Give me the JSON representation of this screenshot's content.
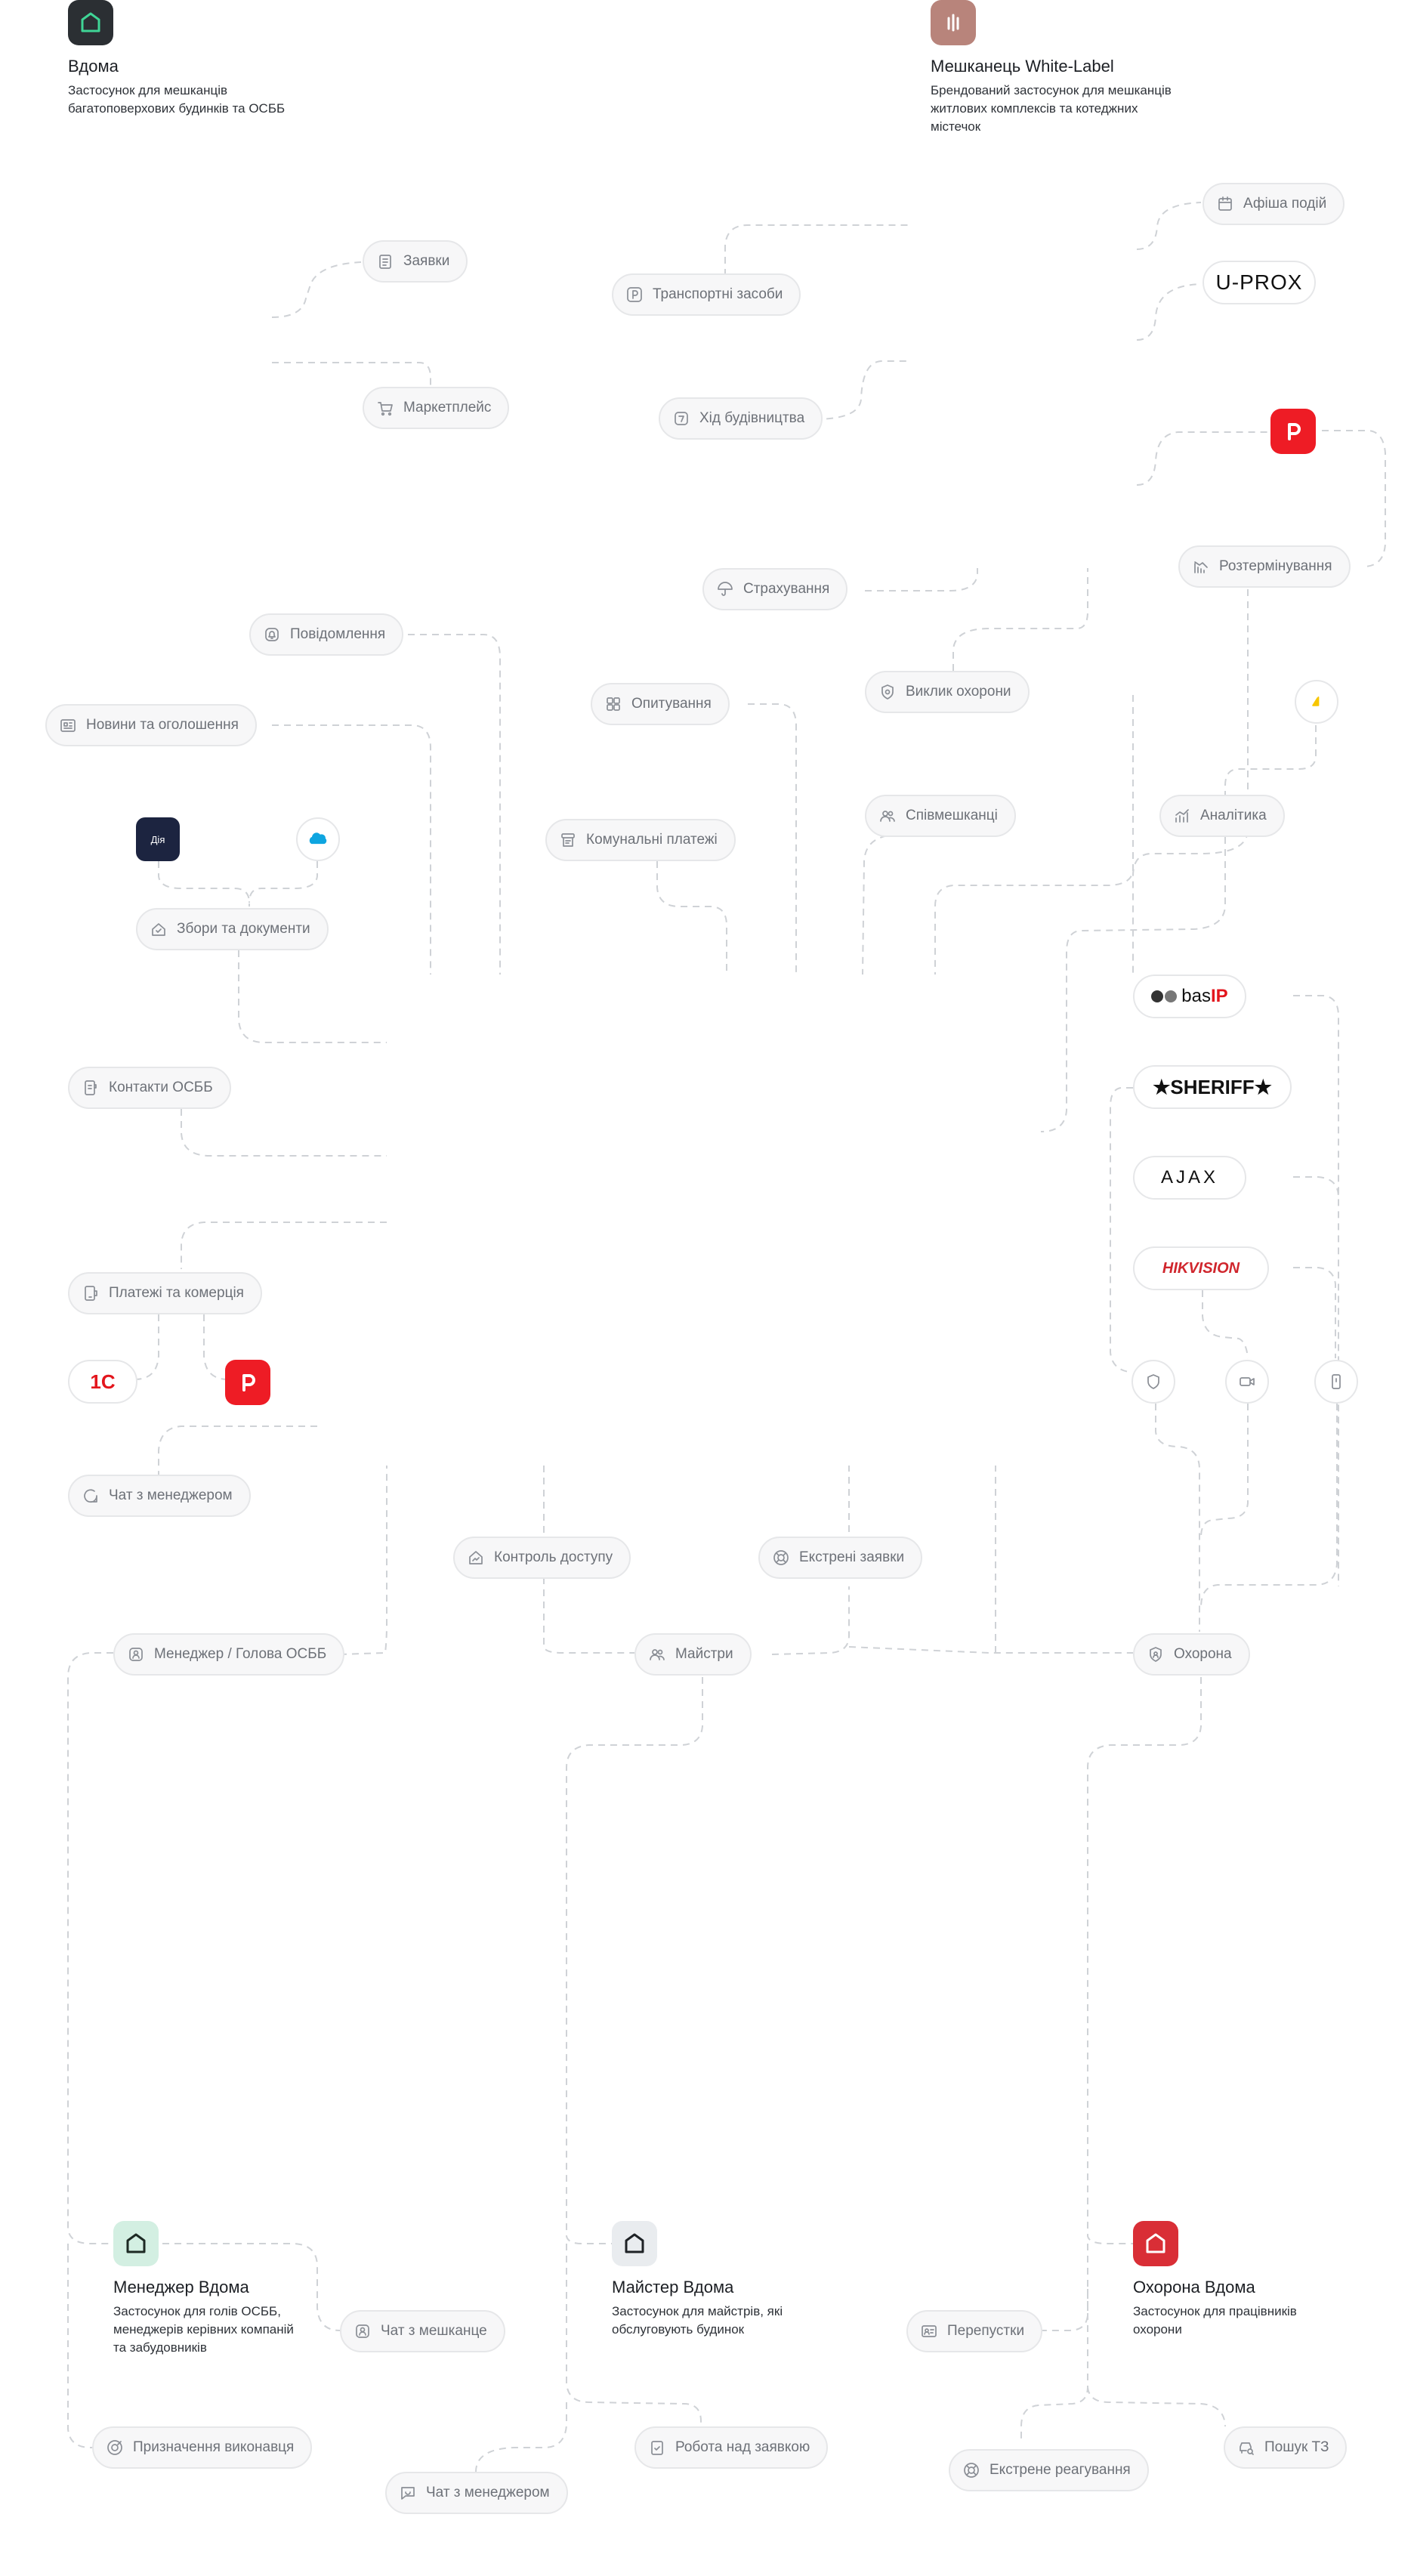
{
  "apps": {
    "vdoma": {
      "title": "Вдома",
      "desc": "Застосунок для мешканців багатоповерхових будинків та ОСББ"
    },
    "white_label": {
      "title": "Мешканець White-Label",
      "desc": "Брендований застосунок для мешканців житлових комплексів та котеджних містечок"
    },
    "manager": {
      "title": "Менеджер Вдома",
      "desc": "Застосунок для голів ОСББ, менеджерів керівних компаній та забудовників"
    },
    "master": {
      "title": "Майстер Вдома",
      "desc": "Застосунок для майстрів, які обслуговують будинок"
    },
    "security": {
      "title": "Охорона Вдома",
      "desc": "Застосунок для працівників охорони"
    }
  },
  "features": {
    "requests": "Заявки",
    "marketplace": "Маркетплейс",
    "vehicles": "Транспортні засоби",
    "construction": "Хід будівництва",
    "events": "Афіша подій",
    "insurance": "Страхування",
    "installments": "Розтермінування",
    "notifications": "Повідомлення",
    "news": "Новини та оголошення",
    "surveys": "Опитування",
    "guard_call": "Виклик охорони",
    "utilities": "Комунальні платежі",
    "neighbors": "Співмешканці",
    "analytics": "Аналітика",
    "fees_docs": "Збори та документи",
    "contacts": "Контакти ОСББ",
    "payments": "Платежі та комерція",
    "manager_chat": "Чат з менеджером",
    "access_control": "Контроль доступу",
    "emergency_requests": "Екстрені заявки",
    "manager_head": "Менеджер / Голова ОСББ",
    "masters": "Майстри",
    "guard": "Охорона",
    "resident_chat": "Чат з мешканце",
    "assign_executor": "Призначення виконавця",
    "chat_manager_2": "Чат з менеджером",
    "work_on_request": "Робота над заявкою",
    "passes": "Перепустки",
    "emergency_response": "Екстрене реагування",
    "vehicle_search": "Пошук ТЗ"
  },
  "brands": {
    "uprox": "U-PROX",
    "basip_a": "bas",
    "basip_b": "IP",
    "sheriff": "★SHERIFF★",
    "ajax": "AJAX",
    "hikvision": "HIKVISION",
    "diia": "Дія",
    "onec": "1С"
  },
  "colors": {
    "vdoma_tile": "#2b2f33",
    "vdoma_icon": "#3fd596",
    "white_label_tile": "#b8847b",
    "manager_tile": "#d3efe2",
    "master_tile": "#e9ecef",
    "security_tile": "#d92e36",
    "red_brand": "#ee1c25",
    "salesforce": "#0ea5e0",
    "yellow_brand": "#f7c600"
  }
}
